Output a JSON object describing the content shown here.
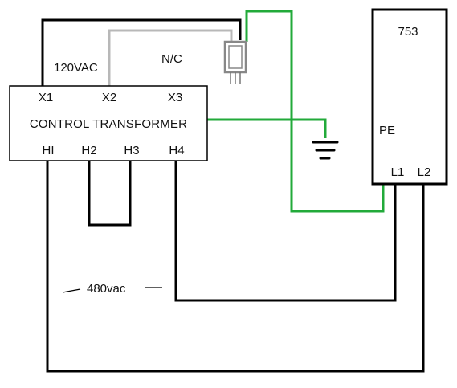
{
  "transformer": {
    "title": "CONTROL TRANSFORMER",
    "secondary_terminals": [
      "X1",
      "X2",
      "X3"
    ],
    "primary_terminals": [
      "HI",
      "H2",
      "H3",
      "H4"
    ]
  },
  "labels": {
    "secondary_voltage": "120VAC",
    "x3_connection": "N/C",
    "primary_voltage": "480vac"
  },
  "drive": {
    "name": "753",
    "terminals": {
      "pe": "PE",
      "l1": "L1",
      "l2": "L2"
    }
  },
  "colors": {
    "wire": "#000000",
    "ground": "#22aa3a",
    "neutral": "#b8b8b8",
    "component": "#888888"
  },
  "icons": [
    "ground-symbol-icon",
    "relay-component-icon"
  ]
}
